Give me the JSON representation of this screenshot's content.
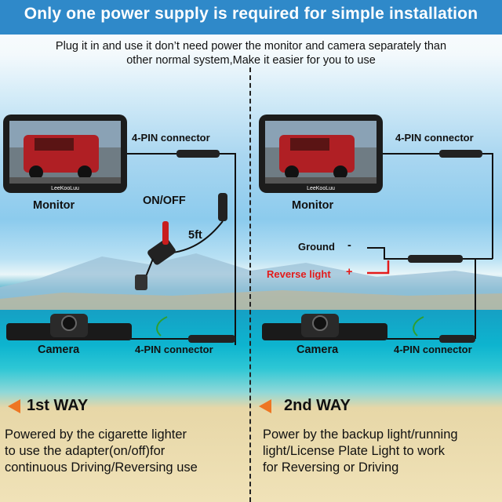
{
  "header": {
    "title": "Only one power supply is required for simple installation",
    "subtitle_line1": "Plug it in and use it don’t need power the monitor and camera separately than",
    "subtitle_line2": "other normal system,Make it easier for you to use"
  },
  "left": {
    "connector_top": "4-PIN connector",
    "monitor_label": "Monitor",
    "onoff_label": "ON/OFF",
    "cable_length": "5ft",
    "camera_label": "Camera",
    "connector_bottom": "4-PIN connector",
    "way_label": "1st WAY",
    "desc": [
      "Powered by the cigarette lighter",
      "to use the adapter(on/off)for",
      "continuous Driving/Reversing use"
    ]
  },
  "right": {
    "connector_top": "4-PIN connector",
    "monitor_label": "Monitor",
    "ground_label": "Ground",
    "ground_sign": "-",
    "reverse_label": "Reverse light",
    "reverse_sign": "+",
    "camera_label": "Camera",
    "connector_bottom": "4-PIN connector",
    "way_label": "2nd WAY",
    "desc": [
      "Power by the backup light/running",
      "light/License Plate Light to work",
      "for Reversing or Driving"
    ]
  },
  "brand": "LeeKooLuu",
  "colors": {
    "header": "#2f89c9",
    "arrow": "#ee7623",
    "reverse": "#e31b1b"
  }
}
